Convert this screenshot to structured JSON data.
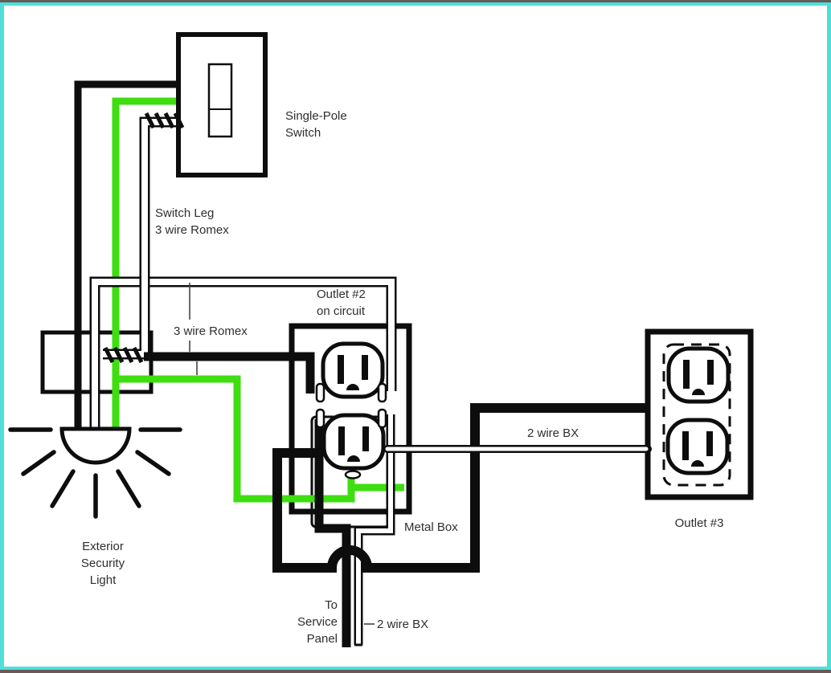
{
  "labels": {
    "single_pole_line1": "Single-Pole",
    "single_pole_line2": "Switch",
    "switch_leg_line1": "Switch Leg",
    "switch_leg_line2": "3 wire Romex",
    "romex_mid": "3 wire Romex",
    "outlet2_line1": "Outlet #2",
    "outlet2_line2": "on circuit",
    "bx_top": "2 wire BX",
    "metal_box": "Metal Box",
    "outlet3": "Outlet #3",
    "exterior_line1": "Exterior",
    "exterior_line2": "Security",
    "exterior_line3": "Light",
    "service_line1": "To",
    "service_line2": "Service",
    "service_line3": "Panel",
    "bx_bottom": "2 wire BX"
  },
  "colors": {
    "wire_green": "#3ede10",
    "frame_teal": "#4edfd9",
    "frame_dark": "#6a5959",
    "ink": "#0d0d0d",
    "text": "#2f2f2f",
    "paper": "#ffffff"
  }
}
